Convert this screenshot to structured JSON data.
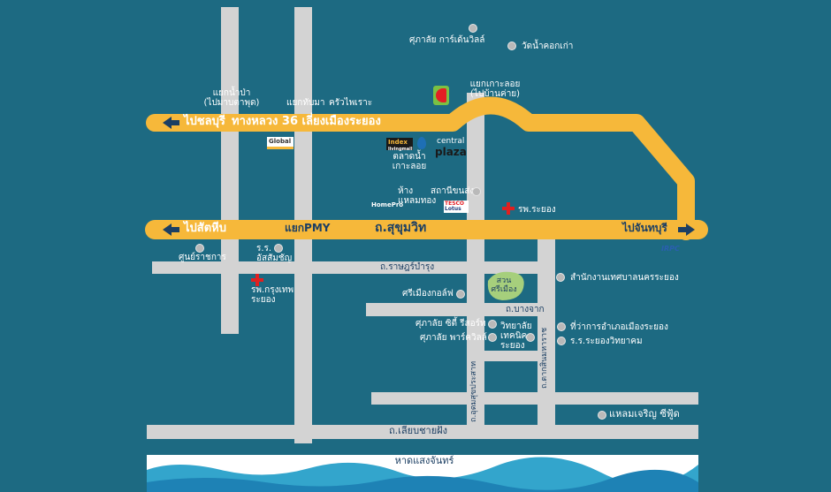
{
  "roads": {
    "hwy36": "ทางหลวง 36 เลี่ยงเมืองระยอง",
    "sukhumvit": "ถ.สุขุมวิท",
    "ratburana": "ถ.ราษฎร์บำรุง",
    "bangchak": "ถ.บางจาก",
    "beach_road": "ถ.เลียบชายฝั่ง",
    "udomsap": "ถ.อุดมสุขประสาท",
    "tak_sin": "ถ.ตากสินมหาราช"
  },
  "directions": {
    "chonburi": "ไปชลบุรี",
    "sattahip": "ไปสัตหีบ",
    "chanthaburi": "ไปจันทบุรี"
  },
  "intersections": {
    "nam_pa": "แยกน้ำป่า\n(ไปมาบตาพุด)",
    "thap_ma": "แยกทับมา",
    "pmy": "แยกPMY",
    "ko_loi": "แยกเกาะลอย\n(ไปบ้านค่าย)"
  },
  "places": {
    "garden_ville": "ศุภาลัย การ์เด้นวิลล์",
    "wat_nam_khok": "วัดน้ำคอกเก่า",
    "khrua_phrai": "ครัวไพเราะ",
    "talat_nam": "ตลาดน้ำ\nเกาะลอย",
    "sathani_khonsong": "สถานีขนส่ง",
    "hang_laem_thong": "ห้าง\nแหลมทอง",
    "rph_rayong": "รพ.ระยอง",
    "school_ammart": "ร.ร.\nอัสสัมชัญ",
    "sunyarachakan": "ศูนย์ราชการ",
    "rph_bangkok": "รพ.กรุงเทพ\nระยอง",
    "sri_muang_golf": "ศรีเมืองกอล์ฟ",
    "suan_sri_muang": "สวน\nศรีเมือง",
    "land_office": "สำนักงานเทศบาลนครระยอง",
    "supalai_city": "ศุภาลัย ซิตี้ รีสอร์ท",
    "supalai_park": "ศุภาลัย พาร์ควิลล์",
    "tech_college": "วิทยาลัย\nเทคนิค\nระยอง",
    "district_office": "ที่ว่าการอำเภอเมืองระยอง",
    "rayong_school": "ร.ร.ระยองวิทยาคม",
    "laem_charoen": "แหลมเจริญ ซีฟู้ด",
    "hat_saeng_chan": "หาดแสงจันทร์"
  },
  "logos": {
    "global": "Global",
    "index": "Index",
    "index_sub": "livingmall",
    "central": "central",
    "plaza": "plaza",
    "homepro": "HomePro",
    "tesco": "TESCO",
    "tesco_sub": "Lotus",
    "irpc": "IRPC"
  },
  "colors": {
    "background": "#1d6a82",
    "major_road": "#f6b83a",
    "minor_road": "#d3d3d3",
    "label_dark": "#1c3f63",
    "hospital": "#e02020",
    "park": "#a6cf7c"
  }
}
